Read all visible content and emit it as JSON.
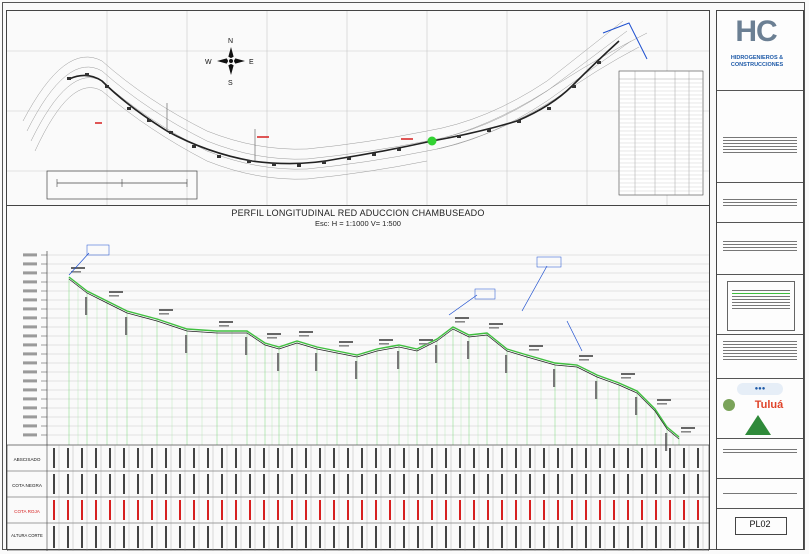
{
  "profile": {
    "title": "PERFIL LONGITUDINAL RED ADUCCION CHAMBUSEADO",
    "scale": "Esc: H = 1:1000 V= 1:500"
  },
  "plan_view": {
    "compass": {
      "n": "N",
      "s": "S",
      "e": "E",
      "w": "W"
    }
  },
  "table_rows": {
    "abscisado": "ABSCISADO",
    "cota_negra": "COTA NEGRA",
    "cota_roja": "COTA ROJA",
    "altura_corte": "ALTURA CORTE"
  },
  "title_block": {
    "company_big": "HC",
    "company_line1": "HIDROGENIEROS &",
    "company_line2": "CONSTRUCCIONES",
    "logos": {
      "tulua": "Tuluá"
    },
    "plan_code": "PL02"
  },
  "colors": {
    "terrain": "#3fbf3f",
    "drop_line": "#8fe08f",
    "label_red": "#d62020",
    "label_blue": "#1d4fcf",
    "logo_gray": "#6b7f93",
    "logo_blue": "#1e5aa8",
    "tulua_red": "#e0442a",
    "green_point": "#32d232"
  }
}
